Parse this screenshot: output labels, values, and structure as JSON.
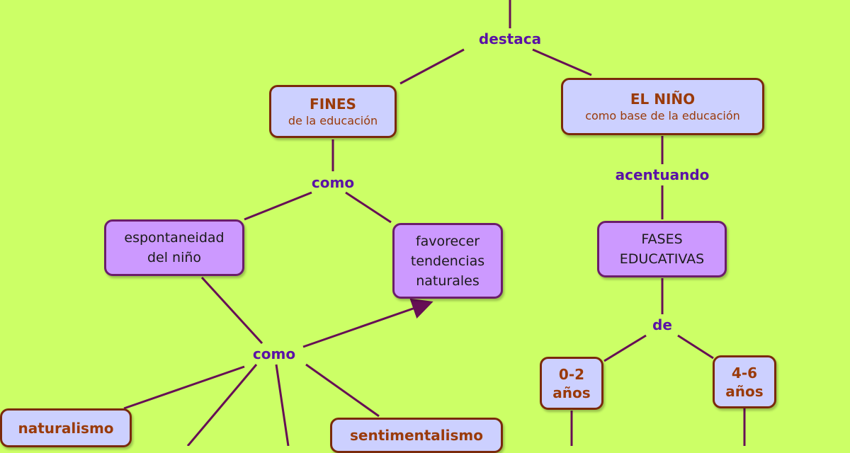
{
  "colors": {
    "background": "#ccff66",
    "line": "#660f55",
    "label": "#5a12a6",
    "node_border": "#7a2a0c",
    "node_blue_fill": "#ccd0ff",
    "node_purple_fill": "#cc99ff",
    "node_text": "#9a3a0a"
  },
  "labels": {
    "destaca": "destaca",
    "como_top": "como",
    "acentuando": "acentuando",
    "como_bottom": "como",
    "de": "de"
  },
  "nodes": {
    "fines": {
      "title": "FINES",
      "subtitle": "de la educación"
    },
    "el_nino": {
      "title": "EL NIÑO",
      "subtitle": "como base de la educación"
    },
    "espontaneidad": {
      "line1": "espontaneidad",
      "line2": "del niño"
    },
    "favorecer": {
      "line1": "favorecer",
      "line2": "tendencias",
      "line3": "naturales"
    },
    "fases": {
      "line1": "FASES",
      "line2": "EDUCATIVAS"
    },
    "anos_0_2": {
      "line1": "0-2",
      "line2": "años"
    },
    "anos_4_6": {
      "line1": "4-6",
      "line2": "años"
    },
    "naturalismo": {
      "title": "naturalismo"
    },
    "sentimentalismo": {
      "title": "sentimentalismo"
    }
  }
}
